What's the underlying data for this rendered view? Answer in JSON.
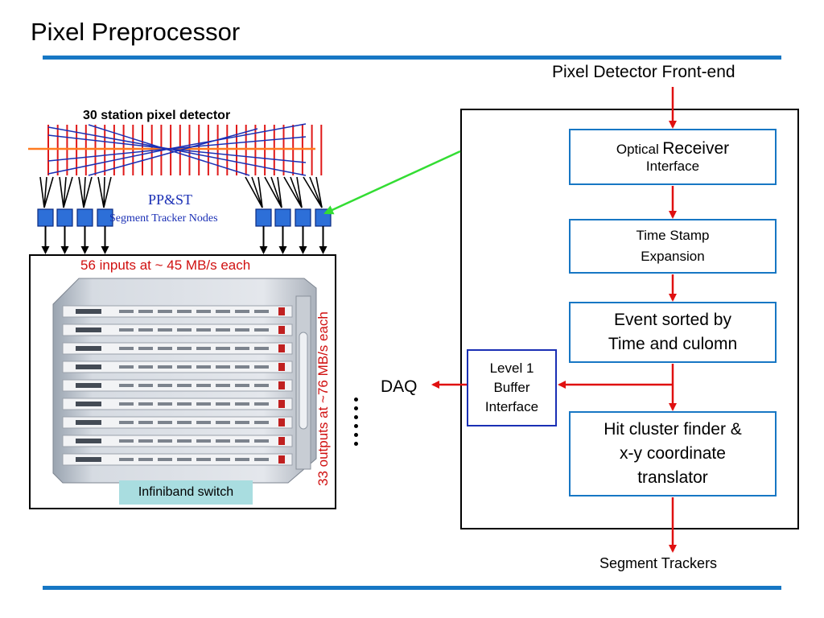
{
  "title": "Pixel Preprocessor",
  "detector": {
    "title": "30 station pixel detector",
    "ppst": "PP&ST",
    "segment_tracker_nodes": "Segment Tracker Nodes"
  },
  "switch": {
    "inputs_label": "56 inputs at  ~ 45 MB/s each",
    "outputs_label": "33 outputs at  ~76 MB/s each",
    "caption": "Infiniband switch"
  },
  "flow": {
    "front_end": "Pixel Detector Front-end",
    "optical_receiver": {
      "small": "Optical",
      "large": "Receiver",
      "line2": "Interface"
    },
    "time_stamp": {
      "line1": "Time Stamp",
      "line2": "Expansion"
    },
    "event_sorted": {
      "line1": "Event sorted by",
      "line2": "Time and culomn"
    },
    "hit_cluster": {
      "line1": "Hit cluster finder &",
      "line2": "x-y coordinate",
      "line3": "translator"
    },
    "level1": {
      "line1": "Level 1",
      "line2": "Buffer",
      "line3": "Interface"
    },
    "daq": "DAQ",
    "segment_trackers": "Segment Trackers"
  },
  "colors": {
    "accent_blue": "#1777c4",
    "arrow_red": "#e01010",
    "link_green": "#33dd33",
    "detector_red": "#e01818",
    "detector_orange": "#ff7a20",
    "node_blue": "#2d6fd8"
  }
}
